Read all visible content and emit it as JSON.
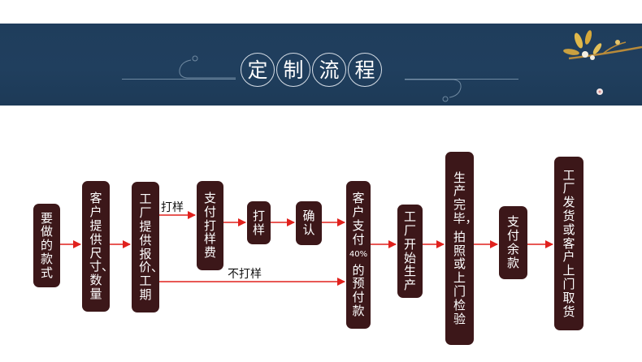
{
  "header": {
    "title_chars": [
      "定",
      "制",
      "流",
      "程"
    ],
    "colors": {
      "banner": "#203f5e",
      "node": "#3c1719",
      "arrow": "#e0211d"
    }
  },
  "flow": {
    "nodes": [
      {
        "id": "n1",
        "lines": [
          "要做的款式"
        ]
      },
      {
        "id": "n2",
        "lines": [
          "客户提供尺寸、数量"
        ]
      },
      {
        "id": "n3",
        "lines": [
          "工厂提供报价、工期"
        ]
      },
      {
        "id": "n4",
        "lines": [
          "支付打样费"
        ]
      },
      {
        "id": "n5",
        "lines": [
          "打样"
        ]
      },
      {
        "id": "n6",
        "lines": [
          "确认"
        ]
      },
      {
        "id": "n7",
        "lines": [
          "客户支付",
          "40%",
          "的预付款"
        ]
      },
      {
        "id": "n8",
        "lines": [
          "工厂开始生产"
        ]
      },
      {
        "id": "n9",
        "lines": [
          "生产完毕，",
          "拍照或上门检验"
        ]
      },
      {
        "id": "n10",
        "lines": [
          "支付余款"
        ]
      },
      {
        "id": "n11",
        "lines": [
          "工厂发货或客户上门取货"
        ]
      }
    ],
    "branch_labels": {
      "sample": "打样",
      "no_sample": "不打样"
    }
  }
}
